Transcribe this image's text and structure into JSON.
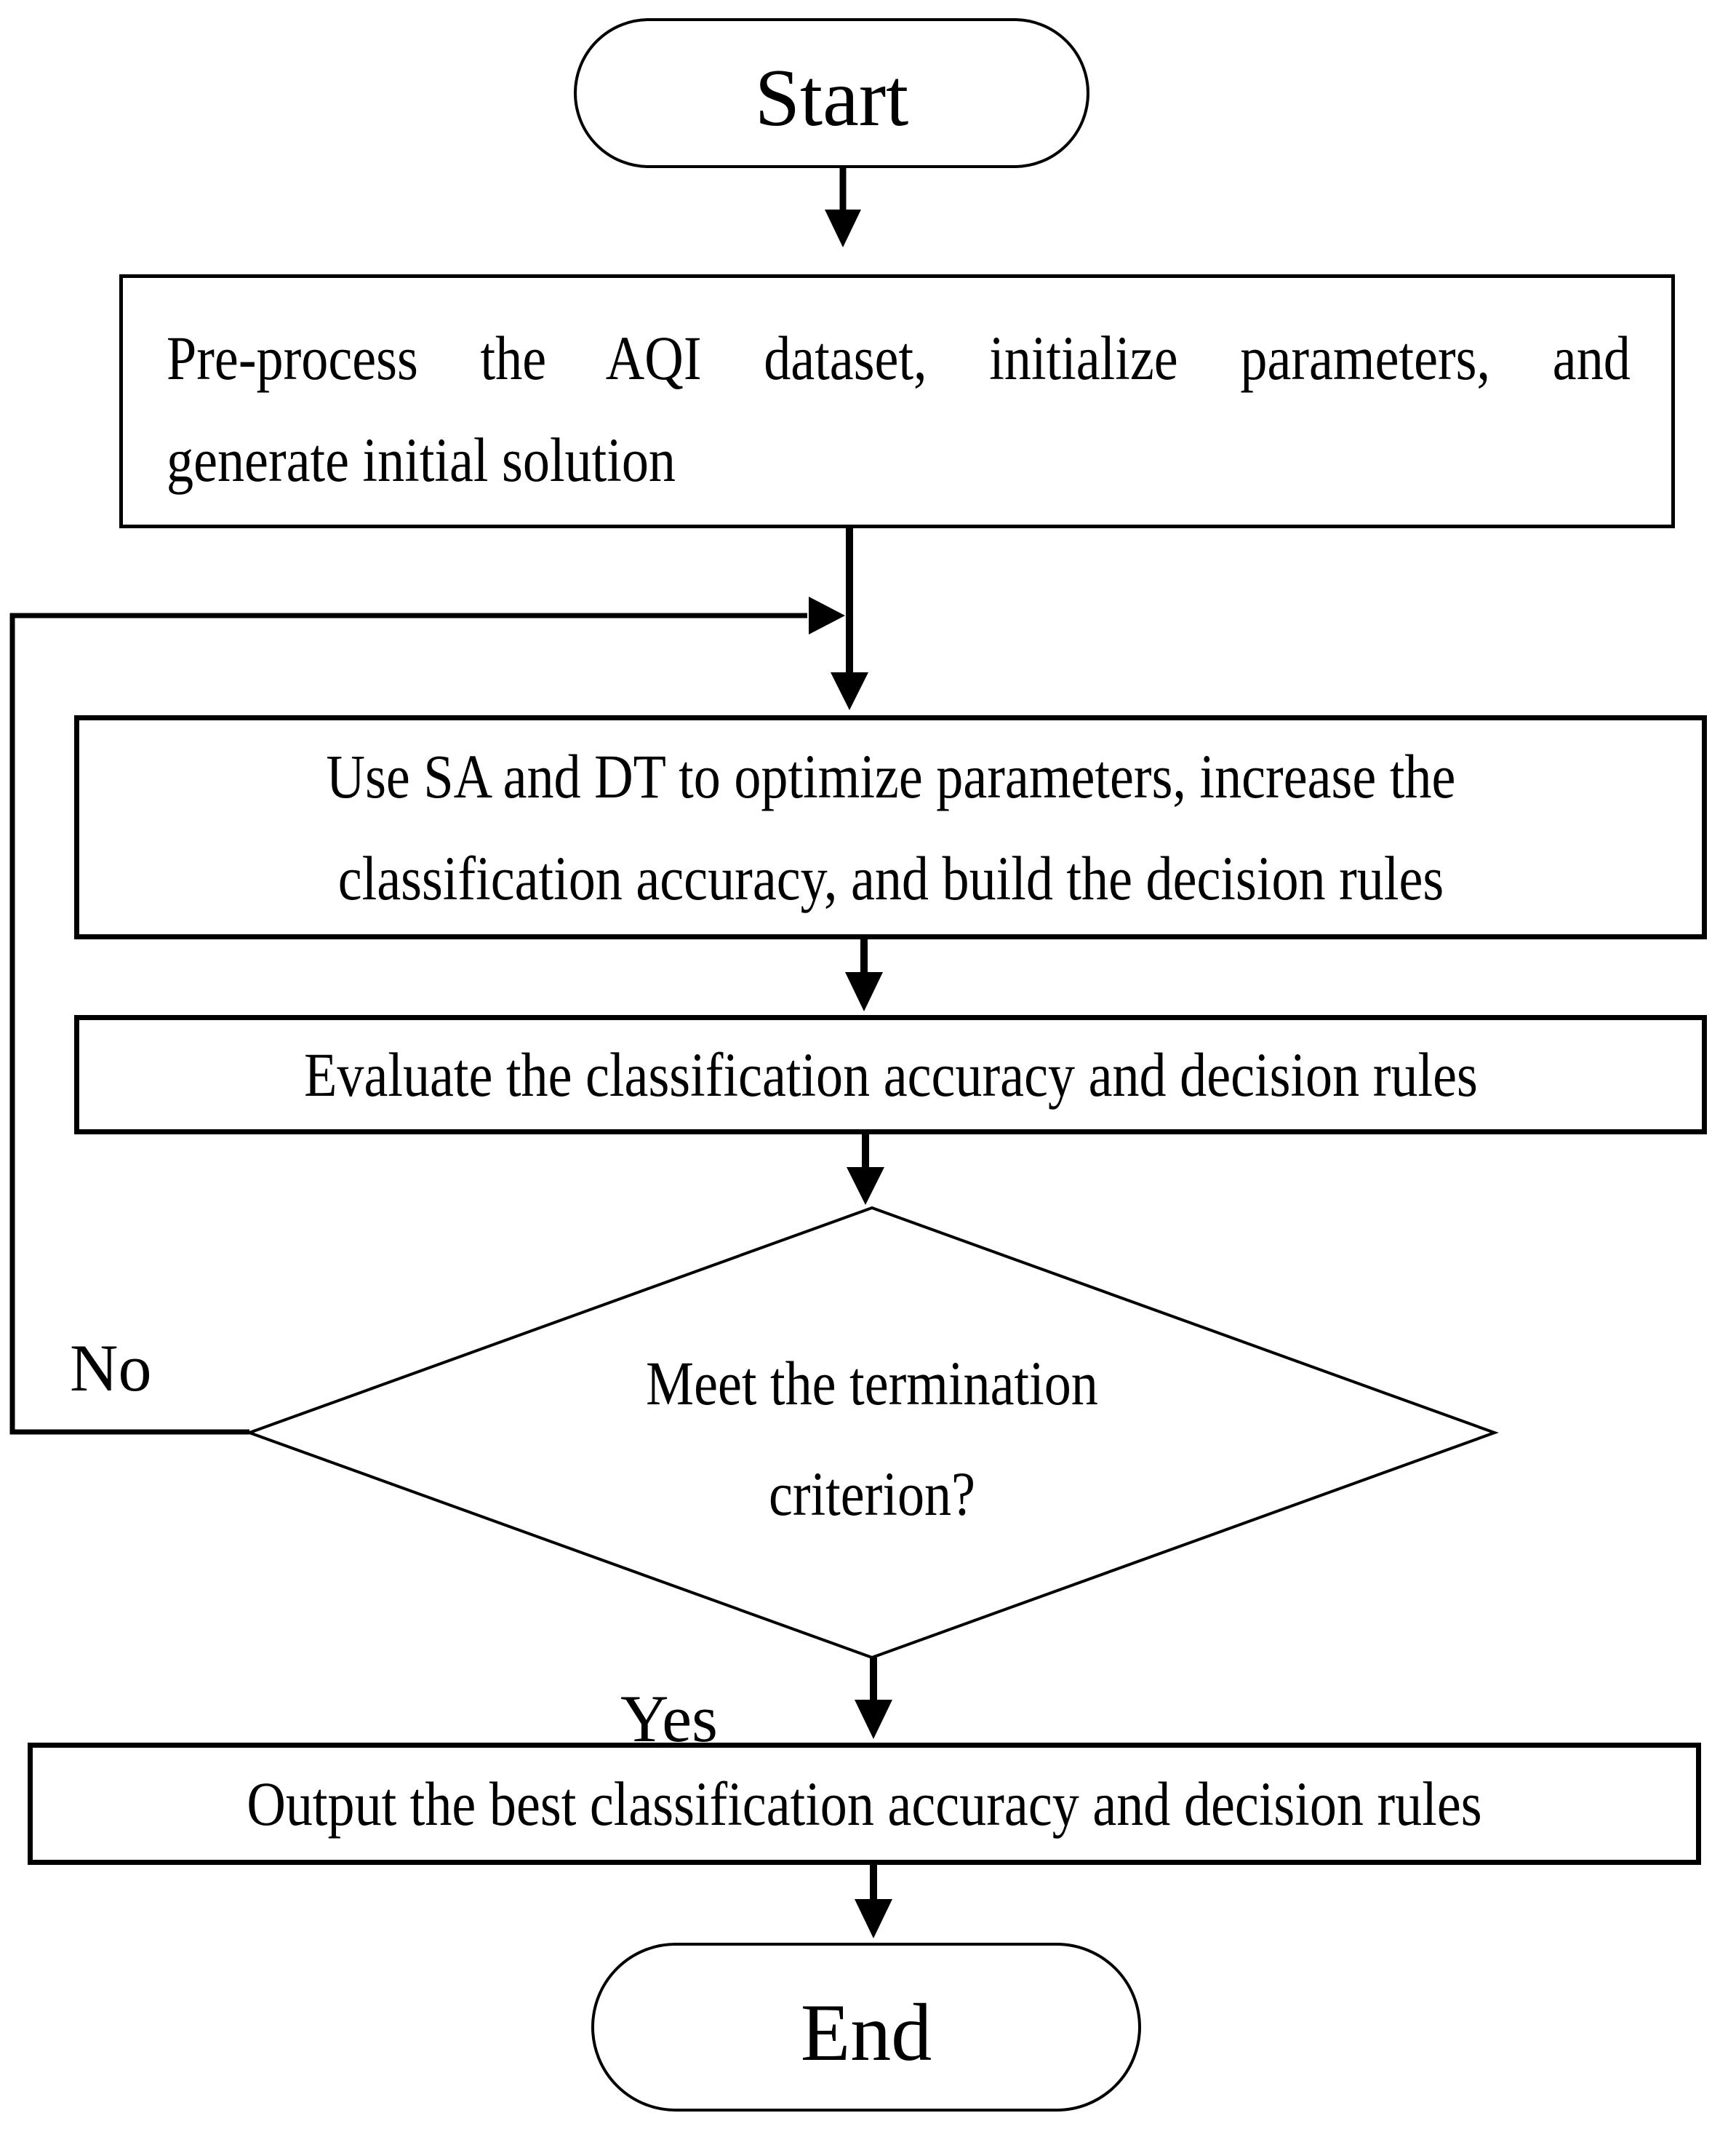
{
  "flowchart": {
    "colors": {
      "stroke": "#000000",
      "background": "#ffffff"
    },
    "nodes": {
      "start": {
        "type": "terminator",
        "label": "Start"
      },
      "preprocess": {
        "type": "process",
        "line1": "Pre-process the AQI dataset, initialize parameters, and",
        "line2": "generate initial solution"
      },
      "optimize": {
        "type": "process",
        "line1": "Use SA and DT to optimize parameters, increase the",
        "line2": "classification accuracy, and build the decision rules"
      },
      "evaluate": {
        "type": "process",
        "label": "Evaluate the classification accuracy and decision rules"
      },
      "decision": {
        "type": "decision",
        "line1": "Meet the termination",
        "line2": "criterion?"
      },
      "output": {
        "type": "process",
        "label": "Output the best classification accuracy and decision rules"
      },
      "end": {
        "type": "terminator",
        "label": "End"
      }
    },
    "labels": {
      "no": "No",
      "yes": "Yes"
    }
  }
}
